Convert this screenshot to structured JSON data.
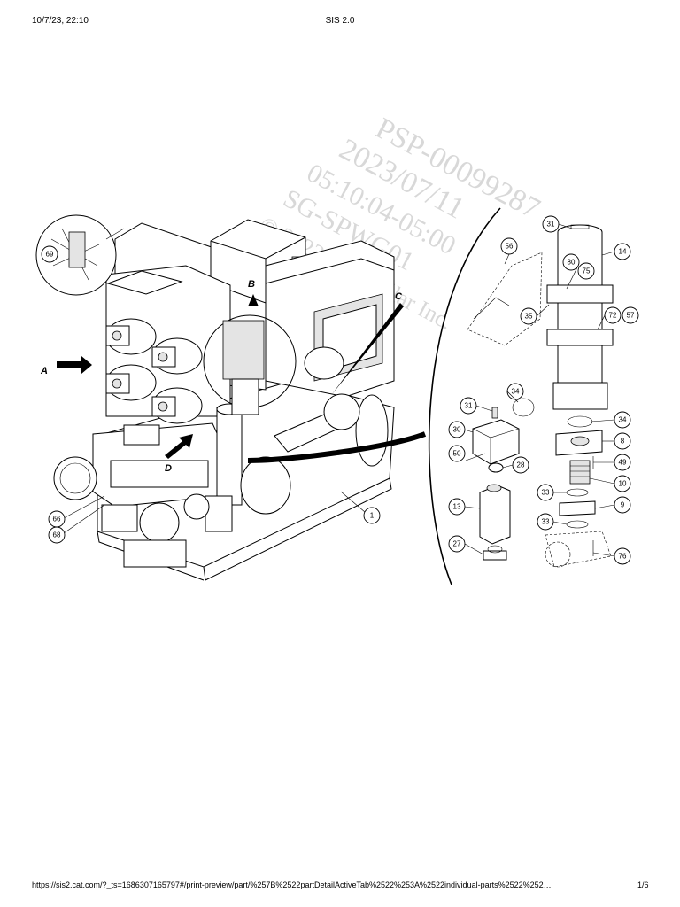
{
  "header": {
    "datetime": "10/7/23, 22:10",
    "title": "SIS 2.0"
  },
  "footer": {
    "url": "https://sis2.cat.com/?_ts=1686307165797#/print-preview/part/%257B%2522partDetailActiveTab%2522%253A%2522individual-parts%2522%252…",
    "page": "1/6"
  },
  "watermark": {
    "lines": [
      "PSP-00099287",
      "2023/07/11",
      "05:10:04-05:00",
      "SG-SPWG01",
      "© 2023 Caterpillar Inc."
    ]
  },
  "view_letters": [
    "A",
    "B",
    "C",
    "D"
  ],
  "callouts": {
    "c69": "69",
    "c66": "66",
    "c68": "68",
    "c1": "1",
    "c31a": "31",
    "c14": "14",
    "c56": "56",
    "c80": "80",
    "c75": "75",
    "c35": "35",
    "c72": "72",
    "c57": "57",
    "c34a": "34",
    "c31b": "31",
    "c34b": "34",
    "c30": "30",
    "c8": "8",
    "c50": "50",
    "c28": "28",
    "c49": "49",
    "c10": "10",
    "c13": "13",
    "c33a": "33",
    "c9": "9",
    "c33b": "33",
    "c27": "27",
    "c76": "76"
  }
}
